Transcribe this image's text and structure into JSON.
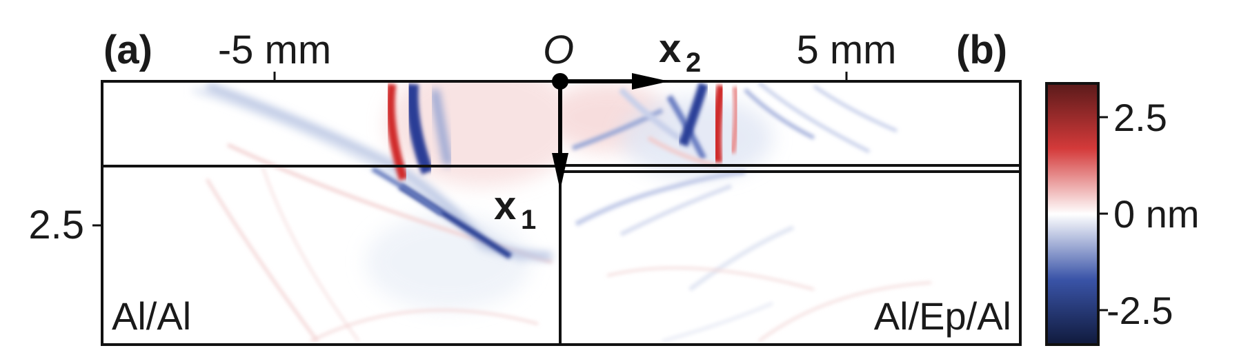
{
  "panel_labels": {
    "left": "(a)",
    "right": "(b)"
  },
  "axes": {
    "x_tick_left": "-5 mm",
    "x_tick_right": "5 mm",
    "origin": "O",
    "x2_symbol": "x",
    "x2_subscript": "2",
    "x1_symbol": "x",
    "x1_subscript": "1",
    "y_tick": "2.5"
  },
  "materials": {
    "left": "Al/Al",
    "right": "Al/Ep/Al"
  },
  "colorbar": {
    "ticks": [
      "2.5",
      "0 nm",
      "-2.5"
    ],
    "colors": {
      "max": "#5a1a1a",
      "high": "#d43a3a",
      "zero": "#ffffff",
      "low": "#3a54a8",
      "min": "#101a3c"
    }
  }
}
